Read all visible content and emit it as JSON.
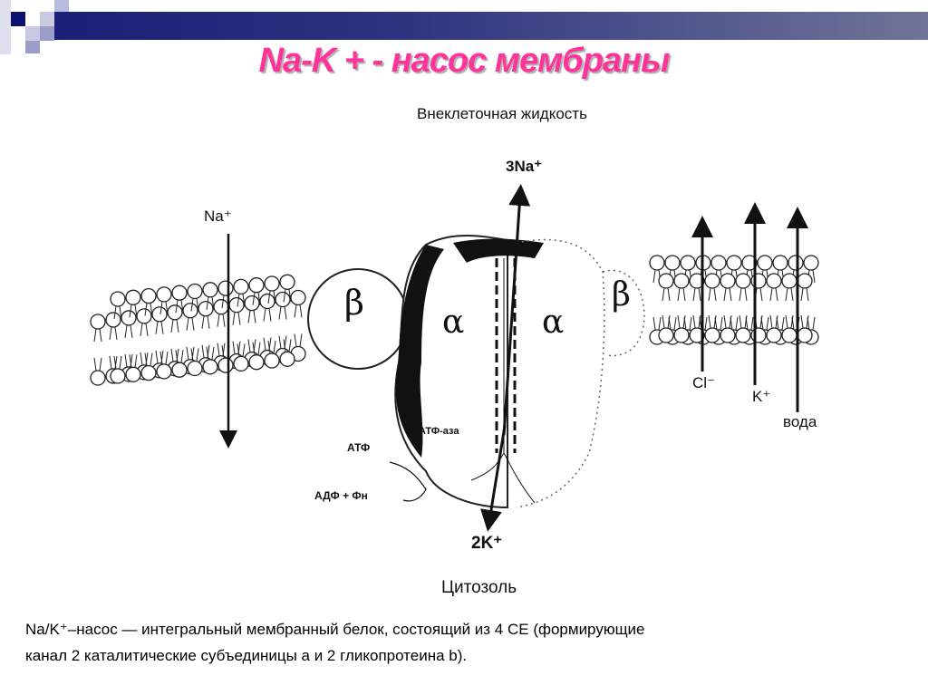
{
  "slide": {
    "title": "Na-K + - насос мембраны",
    "caption_line1": "Na/K⁺–насос — интегральный мембранный белок, состоящий из 4 СЕ (формирующие",
    "caption_line2": "канал 2 каталитические субъединицы a и 2 гликопротеина b)."
  },
  "diagram": {
    "extracellular": "Внеклеточная жидкость",
    "cytosol": "Цитозоль",
    "na_in": "Na⁺",
    "na_out": "3Na⁺",
    "k_in": "2K⁺",
    "beta_left": "β",
    "alpha_left": "α",
    "alpha_right": "α",
    "beta_right": "β",
    "atpase": "АТФ-аза",
    "atp": "АТФ",
    "adp": "АДФ + Фн",
    "cl": "Cl⁻",
    "k": "K⁺",
    "water": "вода"
  },
  "colors": {
    "title": "#ff3399",
    "navy": "#1a1f78"
  }
}
